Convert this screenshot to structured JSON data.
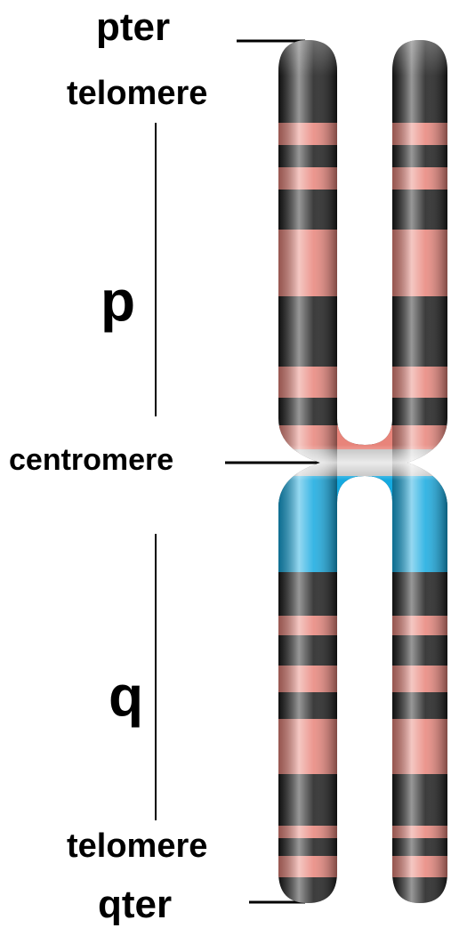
{
  "labels": {
    "pter": "pter",
    "telomere_top": "telomere",
    "p_arm": "p",
    "centromere": "centromere",
    "q_arm": "q",
    "telomere_bottom": "telomere",
    "qter": "qter"
  },
  "colors": {
    "dark_band": "#1a1a1a",
    "light_band": "#e8847a",
    "centromere_q_region": "#14a9e0",
    "centromere_p_region": "#e8847a",
    "line": "#000000",
    "background": "#ffffff"
  }
}
